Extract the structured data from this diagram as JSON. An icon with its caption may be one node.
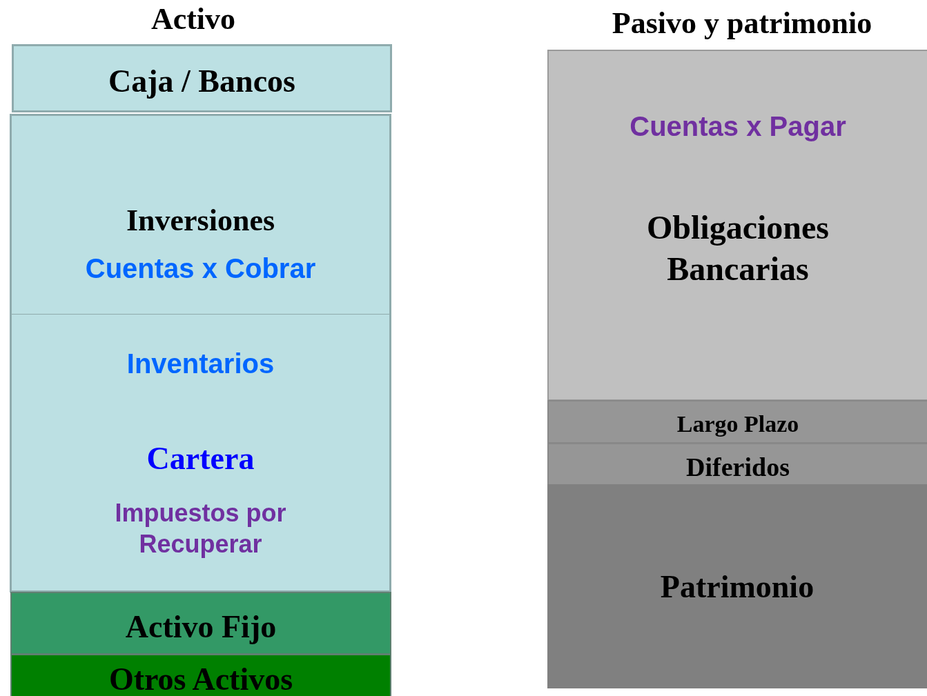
{
  "diagram": {
    "nodes": [
      {
        "text": [
          "Caja / Bancos"
        ]
      },
      {
        "text": [
          "Inversiones",
          "Cuentas x Cobrar"
        ]
      },
      {
        "text": [
          "Inventarios",
          "Cartera",
          "Impuestos por Recuperar"
        ]
      },
      {
        "text": [
          "Activo Fijo"
        ]
      },
      {
        "text": [
          "Otros Activos"
        ]
      },
      {
        "text": [
          "Cuentas x Pagar",
          "Obligaciones Bancarias"
        ]
      },
      {
        "text": [
          "Largo Plazo"
        ]
      },
      {
        "text": [
          "Diferidos"
        ]
      },
      {
        "text": [
          "Patrimonio"
        ]
      }
    ],
    "labels": [
      "Activo",
      "Pasivo y patrimonio"
    ]
  }
}
